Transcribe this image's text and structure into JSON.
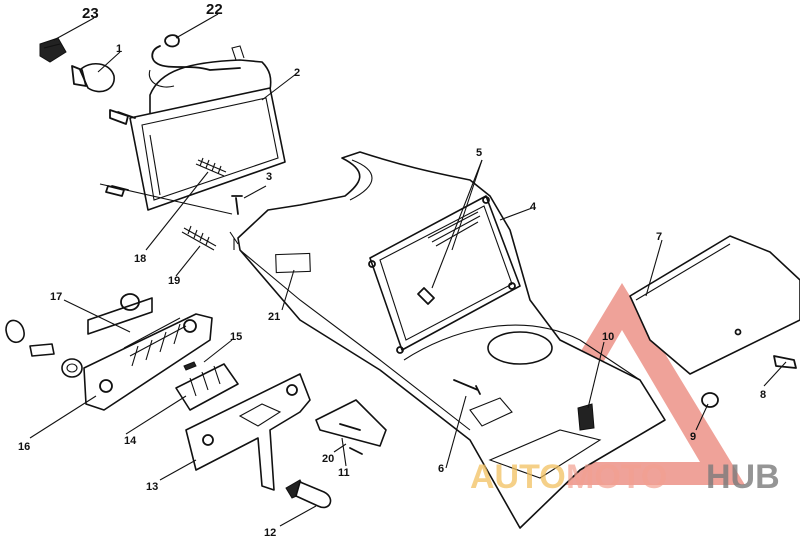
{
  "callouts": [
    {
      "id": "1",
      "text": "1"
    },
    {
      "id": "2",
      "text": "2"
    },
    {
      "id": "3",
      "text": "3"
    },
    {
      "id": "4",
      "text": "4"
    },
    {
      "id": "5",
      "text": "5"
    },
    {
      "id": "6",
      "text": "6"
    },
    {
      "id": "7",
      "text": "7"
    },
    {
      "id": "8",
      "text": "8"
    },
    {
      "id": "9",
      "text": "9"
    },
    {
      "id": "10",
      "text": "10"
    },
    {
      "id": "11",
      "text": "11"
    },
    {
      "id": "12",
      "text": "12"
    },
    {
      "id": "13",
      "text": "13"
    },
    {
      "id": "14",
      "text": "14"
    },
    {
      "id": "15",
      "text": "15"
    },
    {
      "id": "16",
      "text": "16"
    },
    {
      "id": "17",
      "text": "17"
    },
    {
      "id": "18",
      "text": "18"
    },
    {
      "id": "19",
      "text": "19"
    },
    {
      "id": "20",
      "text": "20"
    },
    {
      "id": "21",
      "text": "21"
    },
    {
      "id": "22",
      "text": "22"
    },
    {
      "id": "23",
      "text": "23"
    }
  ],
  "watermark": {
    "part1": "AUTO",
    "part2": "MOTO",
    "part3": "HUB",
    "color_triangle": "#e25545",
    "color_auto": "#f2c060",
    "color_hub": "#7a7a7a"
  }
}
